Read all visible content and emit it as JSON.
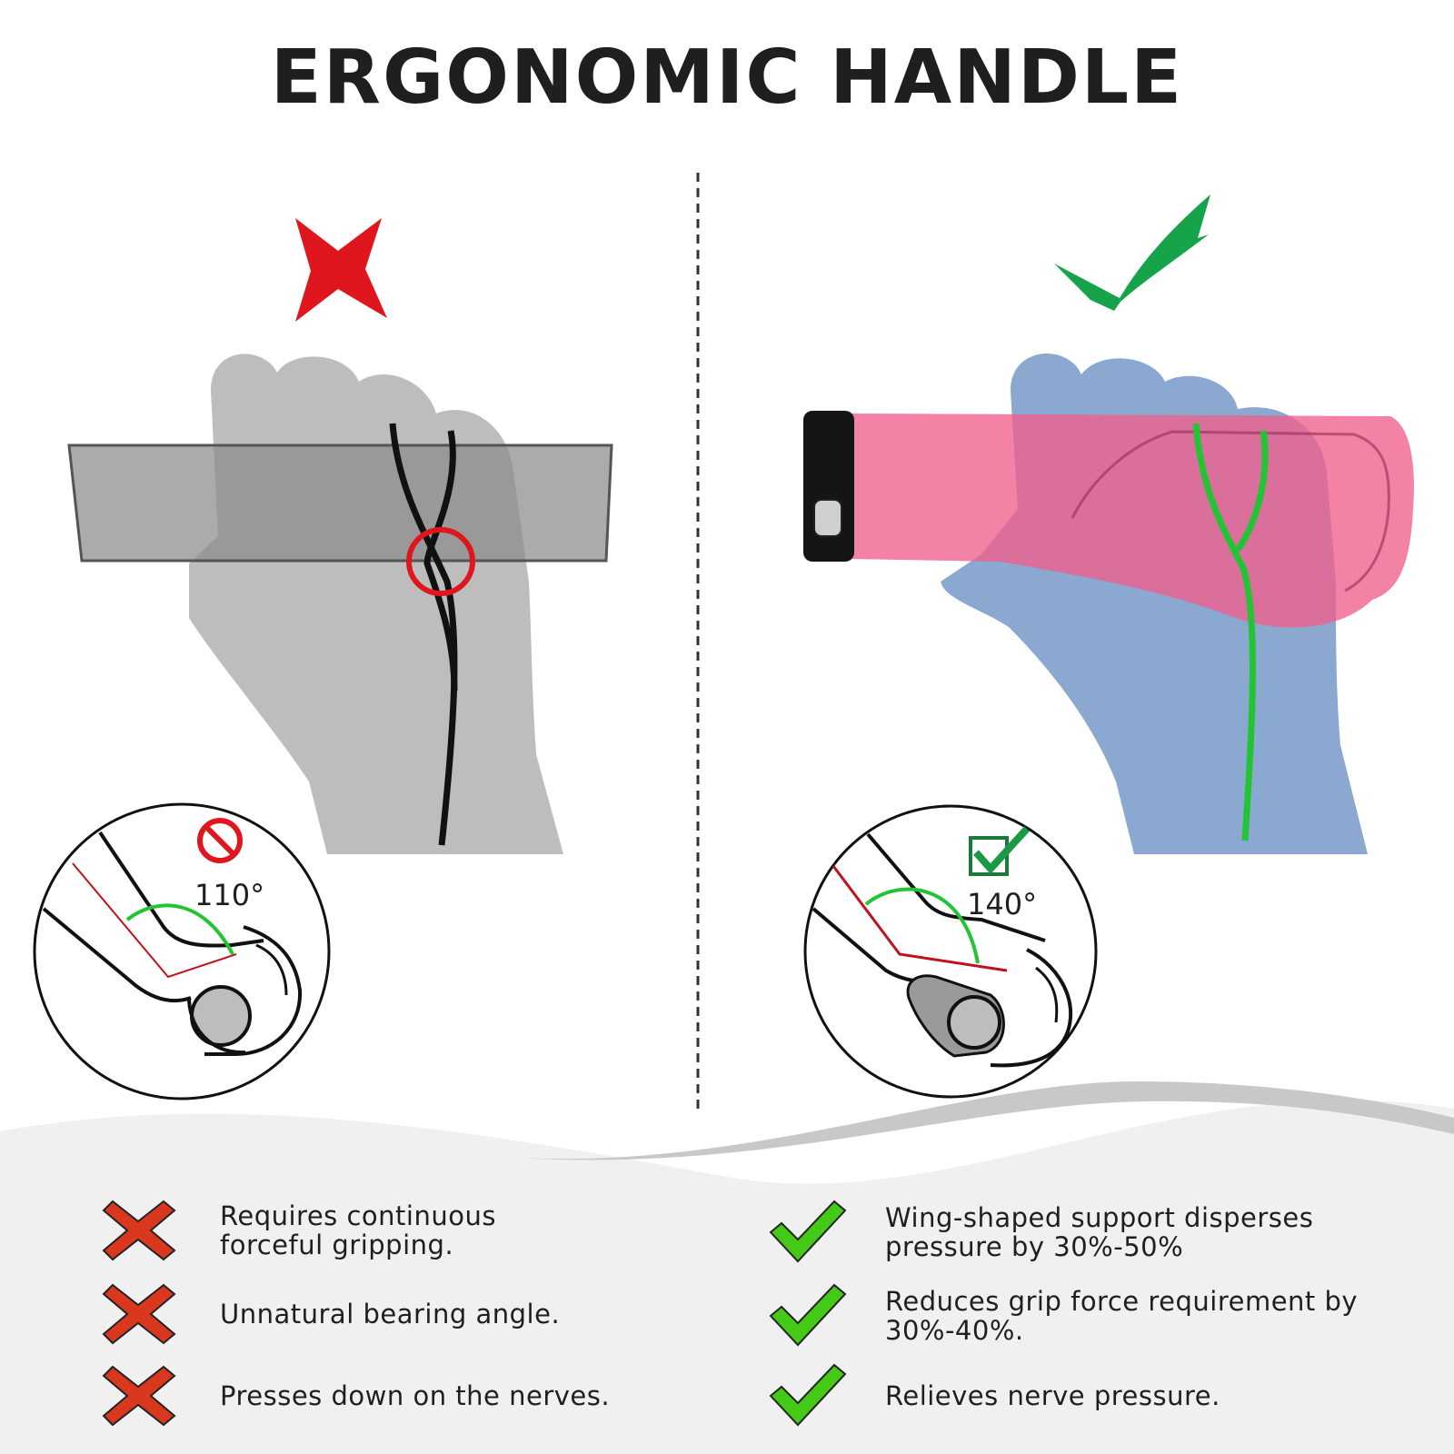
{
  "title": "ERGONOMIC HANDLE",
  "colors": {
    "bad": "#e0161e",
    "good": "#17a34a",
    "bullet_bad": "#d9381e",
    "bullet_good": "#45c917",
    "hand_bad": "#bdbdbd",
    "hand_good": "#8aa8d0",
    "grip": "#ef5f8b"
  },
  "icons": {
    "bad_mark": "x-mark-icon",
    "good_mark": "check-mark-icon",
    "prohibited": "prohibited-icon",
    "checkbox": "checkbox-check-icon"
  },
  "left": {
    "angle": "110°"
  },
  "right": {
    "angle": "140°"
  },
  "cons": [
    {
      "line1": "Requires continuous",
      "line2": "forceful gripping."
    },
    {
      "line1": "Unnatural bearing angle.",
      "line2": ""
    },
    {
      "line1": "Presses down on the nerves.",
      "line2": ""
    }
  ],
  "pros": [
    {
      "line1": "Wing-shaped support disperses",
      "line2": "pressure by 30%-50%"
    },
    {
      "line1": "Reduces grip force requirement by",
      "line2": "30%-40%."
    },
    {
      "line1": "Relieves nerve pressure.",
      "line2": ""
    }
  ]
}
